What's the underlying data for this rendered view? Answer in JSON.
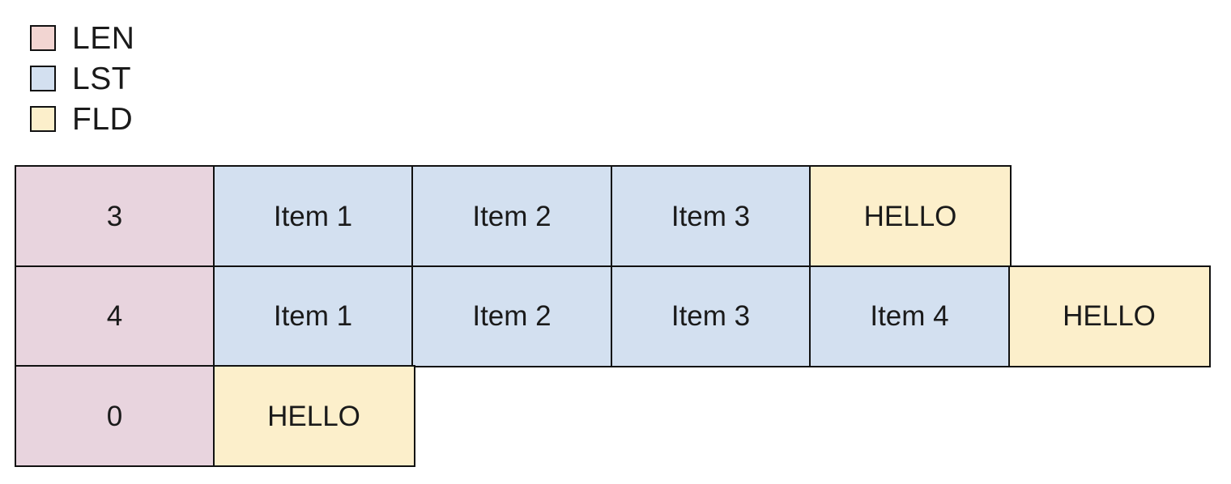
{
  "legend": {
    "items": [
      {
        "key": "LEN",
        "label": "LEN",
        "color": "#F2D5D2",
        "swatch_name": "legend-swatch-len"
      },
      {
        "key": "LST",
        "label": "LST",
        "color": "#D3E0F0",
        "swatch_name": "legend-swatch-lst"
      },
      {
        "key": "FLD",
        "label": "FLD",
        "color": "#FCEFCB",
        "swatch_name": "legend-swatch-fld"
      }
    ]
  },
  "colors": {
    "len": "#E8D4DE",
    "lst": "#D3E0F0",
    "fld": "#FCEFCB",
    "border": "#111111",
    "background": "#FFFFFF",
    "text": "#1A1A1A"
  },
  "grid": {
    "rows": [
      {
        "cells": [
          {
            "text": "3",
            "type": "LEN"
          },
          {
            "text": "Item 1",
            "type": "LST"
          },
          {
            "text": "Item 2",
            "type": "LST"
          },
          {
            "text": "Item 3",
            "type": "LST"
          },
          {
            "text": "HELLO",
            "type": "FLD"
          }
        ]
      },
      {
        "cells": [
          {
            "text": "4",
            "type": "LEN"
          },
          {
            "text": "Item 1",
            "type": "LST"
          },
          {
            "text": "Item 2",
            "type": "LST"
          },
          {
            "text": "Item 3",
            "type": "LST"
          },
          {
            "text": "Item 4",
            "type": "LST"
          },
          {
            "text": "HELLO",
            "type": "FLD"
          }
        ]
      },
      {
        "cells": [
          {
            "text": "0",
            "type": "LEN"
          },
          {
            "text": "HELLO",
            "type": "FLD"
          }
        ]
      }
    ]
  }
}
